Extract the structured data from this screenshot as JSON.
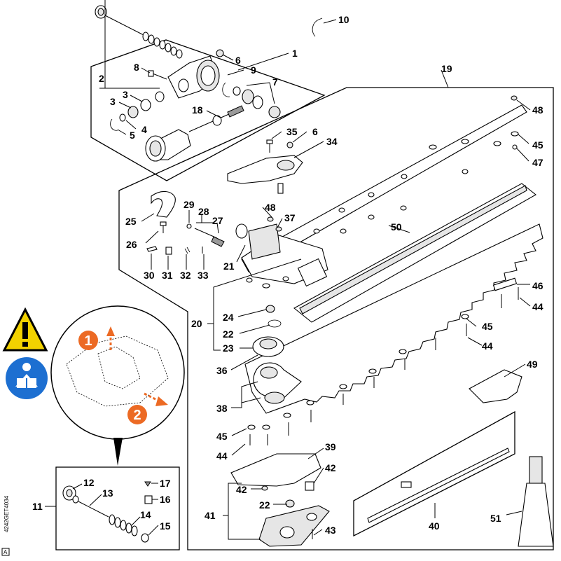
{
  "callouts": {
    "c1": "1",
    "c2": "2",
    "c3a": "3",
    "c3b": "3",
    "c4": "4",
    "c5": "5",
    "c6a": "6",
    "c6b": "6",
    "c7": "7",
    "c8": "8",
    "c9": "9",
    "c10": "10",
    "c11": "11",
    "c12": "12",
    "c13": "13",
    "c14": "14",
    "c15": "15",
    "c16": "16",
    "c17": "17",
    "c18": "18",
    "c19": "19",
    "c20": "20",
    "c21": "21",
    "c22a": "22",
    "c22b": "22",
    "c23": "23",
    "c24": "24",
    "c25": "25",
    "c26": "26",
    "c27": "27",
    "c28": "28",
    "c29": "29",
    "c30": "30",
    "c31": "31",
    "c32": "32",
    "c33": "33",
    "c34": "34",
    "c35": "35",
    "c36": "36",
    "c37": "37",
    "c38": "38",
    "c39": "39",
    "c40": "40",
    "c41": "41",
    "c42a": "42",
    "c42b": "42",
    "c43": "43",
    "c44a": "44",
    "c44b": "44",
    "c44c": "44",
    "c45a": "45",
    "c45b": "45",
    "c45c": "45",
    "c46": "46",
    "c47": "47",
    "c48a": "48",
    "c48b": "48",
    "c49": "49",
    "c50": "50",
    "c51": "51"
  },
  "steps": {
    "s1": "1",
    "s2": "2"
  },
  "side_code": "4242GET4034",
  "page_marker": "A",
  "icons": {
    "warning": "warning-triangle-icon",
    "manual": "read-manual-icon"
  },
  "colors": {
    "warning_yellow": "#f2d200",
    "manual_blue": "#1d6fd1",
    "step_orange": "#ec6a24"
  }
}
